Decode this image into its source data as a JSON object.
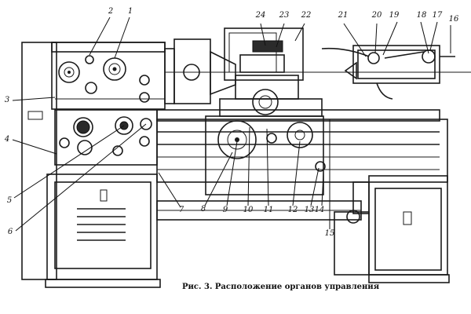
{
  "caption": "Рис. 3. Расположение органов управления",
  "callouts": {
    "n1": "1",
    "n2": "2",
    "n3": "3",
    "n4": "4",
    "n5": "5",
    "n6": "6",
    "n7": "7",
    "n8": "8",
    "n9": "9",
    "n10": "10",
    "n11": "11",
    "n12": "12",
    "n13": "13",
    "n14": "14",
    "n15": "15",
    "n16": "16",
    "n17": "17",
    "n18": "18",
    "n19": "19",
    "n20": "20",
    "n21": "21",
    "n22": "22",
    "n23": "23",
    "n24": "24"
  },
  "colors": {
    "ink": "#1a1a1a",
    "paper": "#ffffff"
  }
}
